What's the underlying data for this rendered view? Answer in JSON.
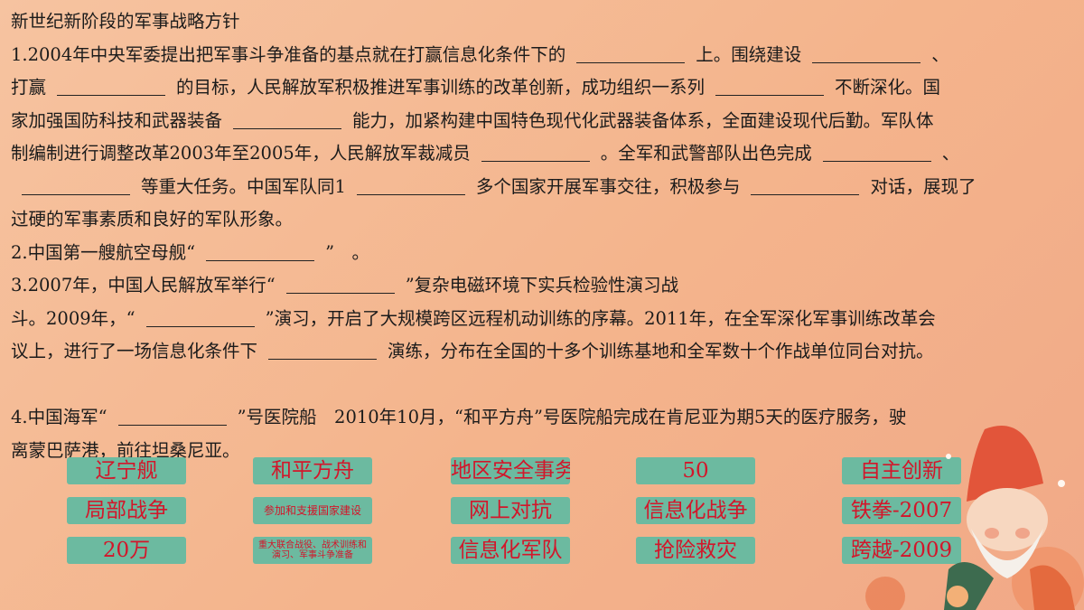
{
  "page": {
    "title": "新世纪新阶段的军事战略方针",
    "lines": [
      {
        "segments": [
          "1.2004年中央军委提出把军事斗争准备的基点就在打赢信息化条件下的",
          "上。围绕建设",
          "、"
        ]
      },
      {
        "segments": [
          "打赢",
          "的目标，人民解放军积极推进军事训练的改革创新，成功组织一系列",
          "不断深化。国"
        ]
      },
      {
        "segments": [
          "家加强国防科技和武器装备",
          "能力，加紧构建中国特色现代化武器装备体系，全面建设现代后勤。军队体"
        ]
      },
      {
        "segments": [
          "制编制进行调整改革2003年至2005年，人民解放军裁减员",
          "。全军和武警部队出色完成",
          "、"
        ]
      },
      {
        "segments": [
          "",
          "等重大任务。中国军队同1",
          "多个国家开展军事交往，积极参与",
          "对话，展现了"
        ]
      },
      {
        "segments": [
          "过硬的军事素质和良好的军队形象。"
        ]
      },
      {
        "segments": [
          "2.中国第一艘航空母舰“",
          "”　。"
        ]
      },
      {
        "segments": [
          "3.2007年，中国人民解放军举行“",
          "”复杂电磁环境下实兵检验性演习战"
        ]
      },
      {
        "segments": [
          "斗。2009年，“",
          "”演习，开启了大规模跨区远程机动训练的序幕。2011年，在全军深化军事训练改革会"
        ]
      },
      {
        "segments": [
          "议上，进行了一场信息化条件下",
          "演练，分布在全国的十多个训练基地和全军数十个作战单位同台对抗。"
        ]
      },
      {
        "segments": [
          ""
        ]
      },
      {
        "segments": [
          "4.中国海军“",
          "”号医院船　2010年10月，“和平方舟”号医院船完成在肯尼亚为期5天的医疗服务，驶"
        ]
      },
      {
        "segments": [
          "离蒙巴萨港，前往坦桑尼亚。"
        ]
      }
    ]
  },
  "chips": [
    {
      "label": "辽宁舰"
    },
    {
      "label": "和平方舟"
    },
    {
      "label": "地区安全事务"
    },
    {
      "label": "50"
    },
    {
      "label": "自主创新"
    },
    {
      "label": "局部战争"
    },
    {
      "label": "参加和支援国家建设"
    },
    {
      "label": "网上对抗"
    },
    {
      "label": "信息化战争"
    },
    {
      "label": "铁拳-2007"
    },
    {
      "label": "20万"
    },
    {
      "label": "重大联合战役、战术训练和演习、军事斗争准备"
    },
    {
      "label": "信息化军队"
    },
    {
      "label": "抢险救灾"
    },
    {
      "label": "跨越-2009"
    }
  ],
  "colors": {
    "chip_bg": "#6cbaa0",
    "chip_text": "#d3162a",
    "background": "#f4b48c"
  },
  "decoration": {
    "icon": "gnome-illustration-icon"
  }
}
